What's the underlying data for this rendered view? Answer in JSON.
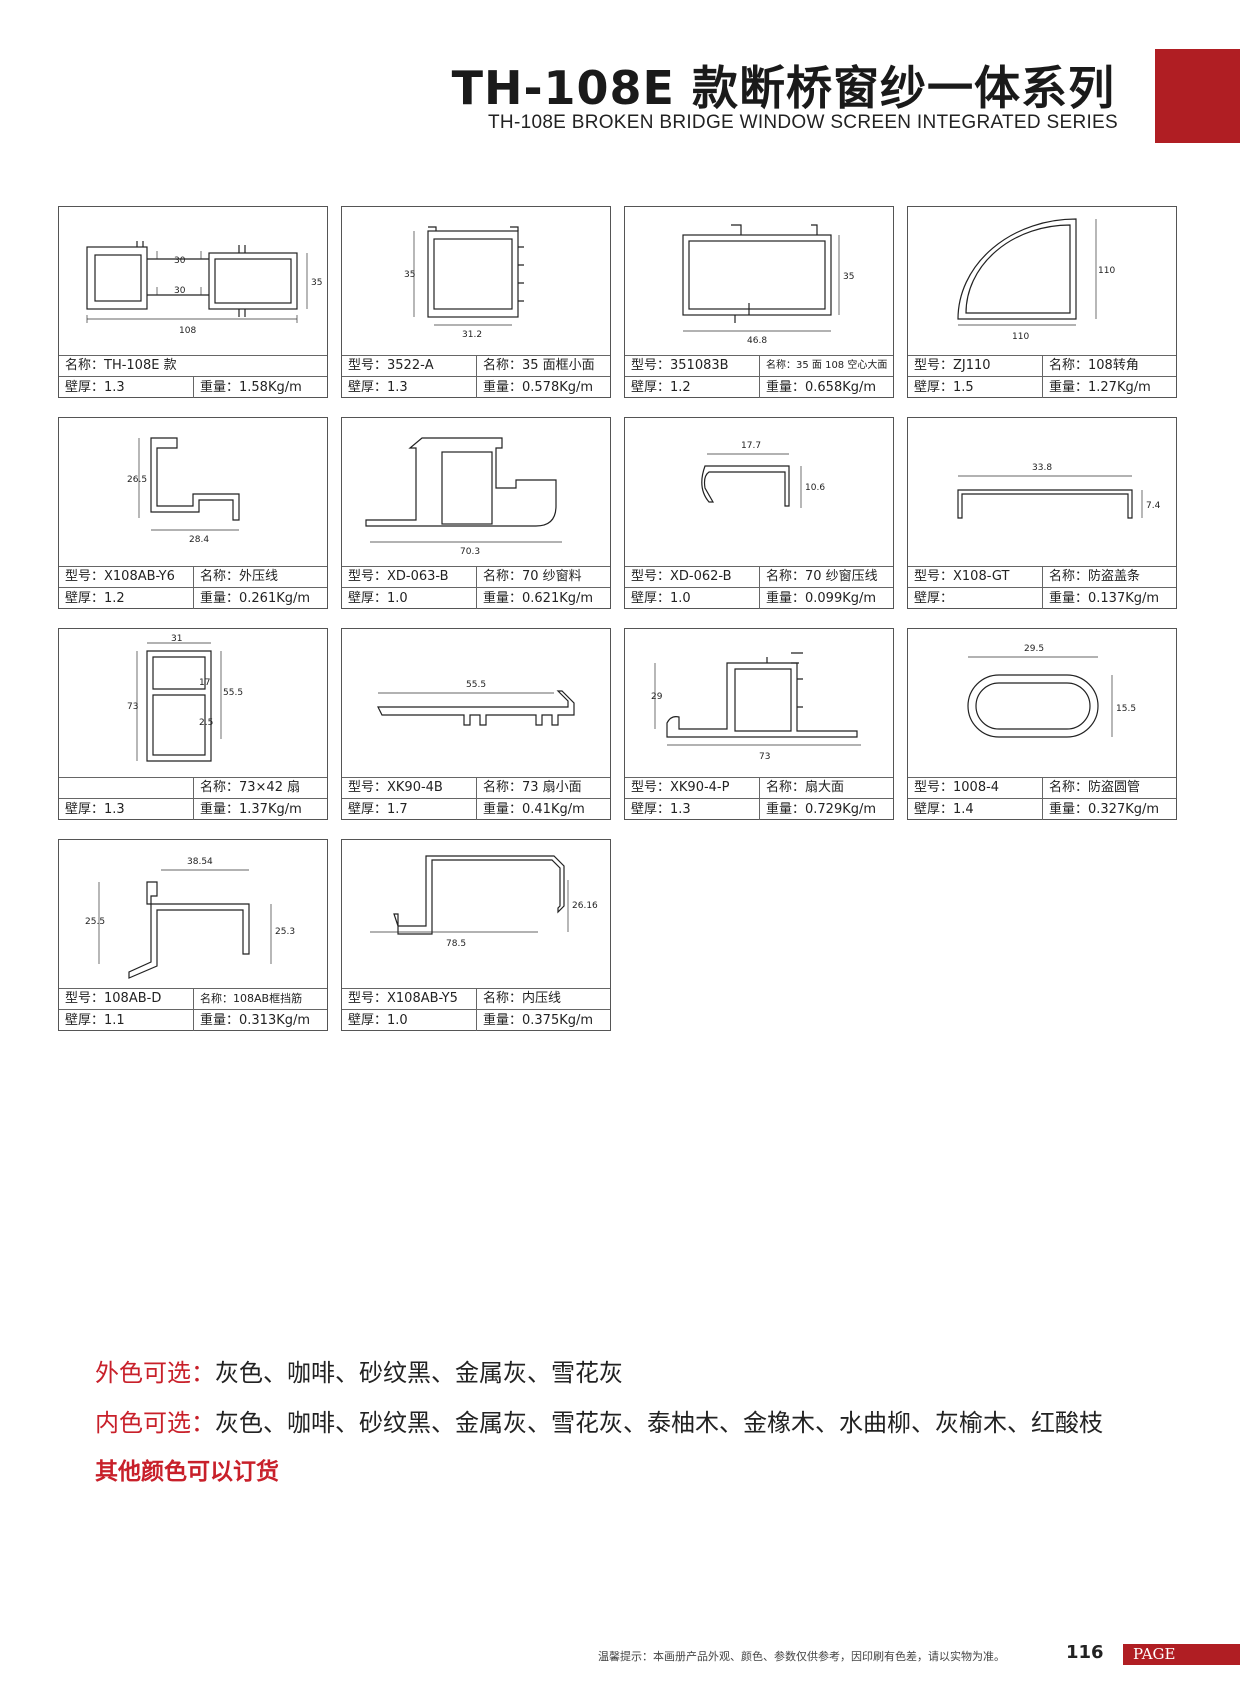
{
  "header": {
    "title_cn": "TH-108E 款断桥窗纱一体系列",
    "title_en": "TH-108E BROKEN BRIDGE WINDOW SCREEN INTEGRATED SERIES"
  },
  "cards": [
    {
      "id": "p1",
      "name_full": "名称：TH-108E 款",
      "thickness": "壁厚：1.3",
      "weight": "重量：1.58Kg/m",
      "dims": [
        "30",
        "30",
        "35",
        "108"
      ]
    },
    {
      "id": "p2",
      "model": "型号：3522-A",
      "name": "名称：35 面框小面",
      "thickness": "壁厚：1.3",
      "weight": "重量：0.578Kg/m",
      "dims": [
        "35",
        "31.2"
      ]
    },
    {
      "id": "p3",
      "model": "型号：351083B",
      "name": "名称：35 面 108 空心大面",
      "thickness": "壁厚：1.2",
      "weight": "重量：0.658Kg/m",
      "dims": [
        "35",
        "46.8"
      ]
    },
    {
      "id": "p4",
      "model": "型号：ZJ110",
      "name": "名称：108转角",
      "thickness": "壁厚：1.5",
      "weight": "重量：1.27Kg/m",
      "dims": [
        "110",
        "110"
      ]
    },
    {
      "id": "p5",
      "model": "型号：X108AB-Y6",
      "name": "名称：外压线",
      "thickness": "壁厚：1.2",
      "weight": "重量：0.261Kg/m",
      "dims": [
        "26.5",
        "28.4"
      ]
    },
    {
      "id": "p6",
      "model": "型号：XD-063-B",
      "name": "名称：70 纱窗料",
      "thickness": "壁厚：1.0",
      "weight": "重量：0.621Kg/m",
      "dims": [
        "70.3"
      ]
    },
    {
      "id": "p7",
      "model": "型号：XD-062-B",
      "name": "名称：70 纱窗压线",
      "thickness": "壁厚：1.0",
      "weight": "重量：0.099Kg/m",
      "dims": [
        "17.7",
        "10.6"
      ]
    },
    {
      "id": "p8",
      "model": "型号：X108-GT",
      "name": "名称：防盗盖条",
      "thickness": "壁厚：",
      "weight": "重量：0.137Kg/m",
      "dims": [
        "33.8",
        "7.4"
      ]
    },
    {
      "id": "p9",
      "name": "名称：73×42 扇",
      "thickness": "壁厚：1.3",
      "weight": "重量：1.37Kg/m",
      "dims": [
        "31",
        "73",
        "55.5",
        "17",
        "2.5"
      ]
    },
    {
      "id": "p10",
      "model": "型号：XK90-4B",
      "name": "名称：73 扇小面",
      "thickness": "壁厚：1.7",
      "weight": "重量：0.41Kg/m",
      "dims": [
        "55.5"
      ]
    },
    {
      "id": "p11",
      "model": "型号：XK90-4-P",
      "name": "名称：扇大面",
      "thickness": "壁厚：1.3",
      "weight": "重量：0.729Kg/m",
      "dims": [
        "29",
        "73"
      ]
    },
    {
      "id": "p12",
      "model": "型号：1008-4",
      "name": "名称：防盗圆管",
      "thickness": "壁厚：1.4",
      "weight": "重量：0.327Kg/m",
      "dims": [
        "29.5",
        "15.5"
      ]
    },
    {
      "id": "p13",
      "model": "型号：108AB-D",
      "name": "名称：108AB框挡筋",
      "thickness": "壁厚：1.1",
      "weight": "重量：0.313Kg/m",
      "dims": [
        "38.54",
        "25.5",
        "25.3"
      ]
    },
    {
      "id": "p14",
      "model": "型号：X108AB-Y5",
      "name": "名称：内压线",
      "thickness": "壁厚：1.0",
      "weight": "重量：0.375Kg/m",
      "dims": [
        "26.16",
        "78.5"
      ]
    }
  ],
  "colors": {
    "outer_label": "外色可选：",
    "outer_values": "灰色、咖啡、砂纹黑、金属灰、雪花灰",
    "inner_label": "内色可选：",
    "inner_values": "灰色、咖啡、砂纹黑、金属灰、雪花灰、泰柚木、金橡木、水曲柳、灰榆木、红酸枝",
    "order_note": "其他颜色可以订货"
  },
  "footer": {
    "note": "温馨提示：本画册产品外观、颜色、参数仅供参考，因印刷有色差，请以实物为准。",
    "page_number": "116",
    "page_label": "PAGE"
  },
  "theme": {
    "accent": "#b01e23",
    "label_red": "#c8202a"
  }
}
